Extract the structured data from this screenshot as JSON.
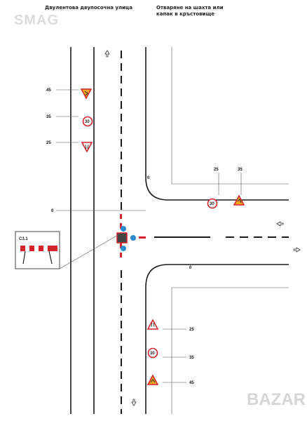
{
  "titles": {
    "left": "Двулентова двупосочна улица",
    "right": "Отваряне на шахта или\nкапак в кръстовище"
  },
  "watermarks": {
    "top_left": "SMAG",
    "bottom_right": "BAZAR"
  },
  "distances": {
    "left": [
      "45",
      "35",
      "25",
      "0"
    ],
    "top_right": [
      "0",
      "25",
      "35"
    ],
    "bottom_right": [
      "0",
      "25",
      "35",
      "45"
    ]
  },
  "signs": {
    "speed_limit": "30",
    "barrier_label": "C3.1"
  },
  "colors": {
    "road_line": "#1a1a1a",
    "sign_red": "#d3242b",
    "sign_yellow": "#f3a61c",
    "barrier_blue": "#2a8ccf"
  }
}
